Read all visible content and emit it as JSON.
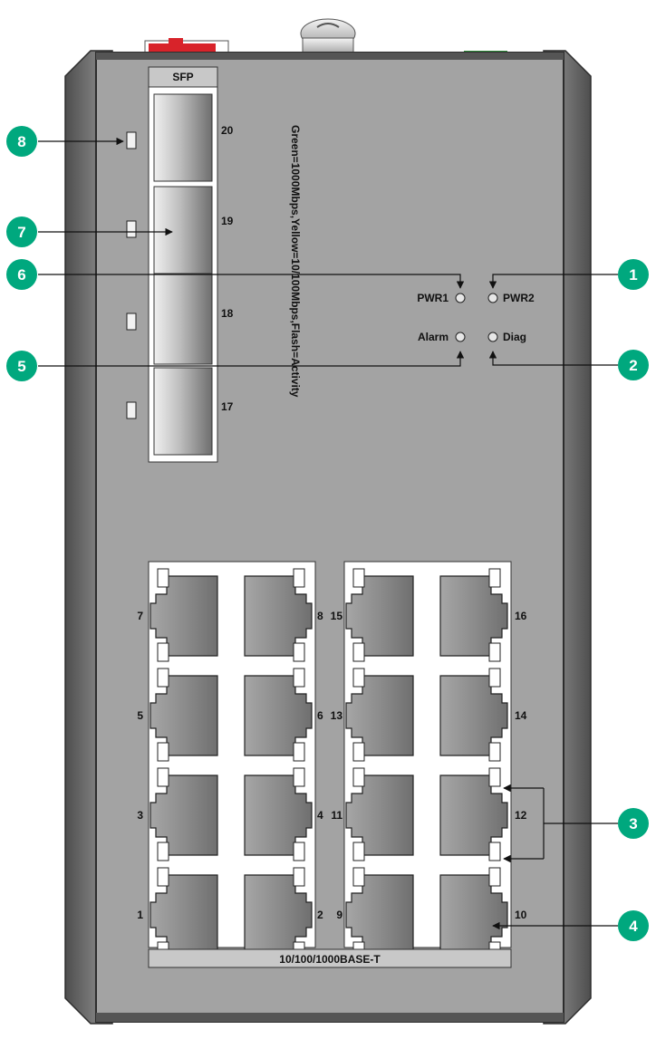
{
  "labels": {
    "sfp_title": "SFP",
    "sfp_ports": [
      "20",
      "19",
      "18",
      "17"
    ],
    "led_legend": "Green=1000Mbps,Yellow=10/100Mbps,Flash=Activity",
    "pwr1": "PWR1",
    "pwr2": "PWR2",
    "alarm": "Alarm",
    "diag": "Diag",
    "base_t": "10/100/1000BASE-T",
    "rj45_left": [
      "7",
      "8",
      "5",
      "6",
      "3",
      "4",
      "1",
      "2"
    ],
    "rj45_right": [
      "15",
      "16",
      "13",
      "14",
      "11",
      "12",
      "9",
      "10"
    ]
  },
  "callouts": [
    "1",
    "2",
    "3",
    "4",
    "5",
    "6",
    "7",
    "8"
  ],
  "colors": {
    "callout": "#00a87e",
    "chassis_face": "#a3a3a3",
    "side_rail": "#6a6a6a",
    "port_panel": "#ffffff",
    "port_socket": "#8a8a8a",
    "top_connector_red": "#d8232a",
    "top_connector_green": "#2e8b3a"
  }
}
